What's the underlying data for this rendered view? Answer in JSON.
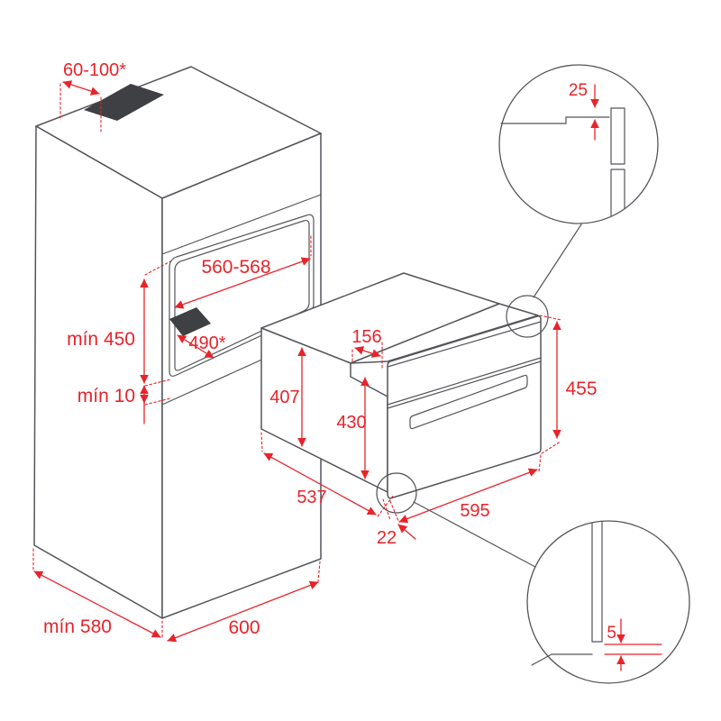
{
  "diagram": {
    "type": "appliance-installation-drawing",
    "subject": "built-in compact oven niche and cabinet dimensions (mm)",
    "dimensions": {
      "vent_top_depth": "60-100*",
      "niche_width": "560-568",
      "niche_height": "mín 450",
      "bottom_clearance": "mín 10",
      "niche_vent_depth": "490*",
      "top_recess_depth": "156",
      "rear_body_height": "407",
      "body_height": "430",
      "body_depth": "537",
      "front_width": "595",
      "frame_depth": "22",
      "front_height": "455",
      "cabinet_depth": "mín 580",
      "cabinet_width": "600",
      "detail_top_overlap": "25",
      "detail_bottom_gap": "5"
    },
    "colors": {
      "dimension_red": "#e8232a",
      "outline_gray": "#54555a",
      "cutout_fill": "#3f4043",
      "background": "#ffffff"
    },
    "callouts": {
      "top_detail": "frame overlap at top of niche",
      "bottom_detail": "door gap at bottom of niche"
    }
  }
}
